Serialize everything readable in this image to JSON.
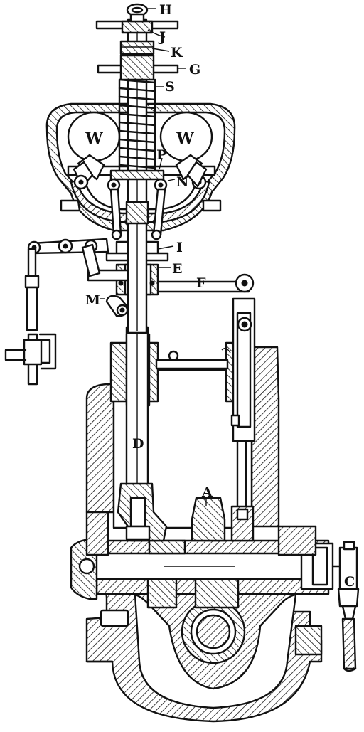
{
  "labels": {
    "H": "H",
    "J": "J",
    "K": "K",
    "G": "G",
    "S": "S",
    "W_left": "W",
    "W_right": "W",
    "P": "P",
    "N": "N",
    "I": "I",
    "E": "E",
    "F": "F",
    "M": "M",
    "D": "D",
    "A": "A",
    "C": "C"
  }
}
